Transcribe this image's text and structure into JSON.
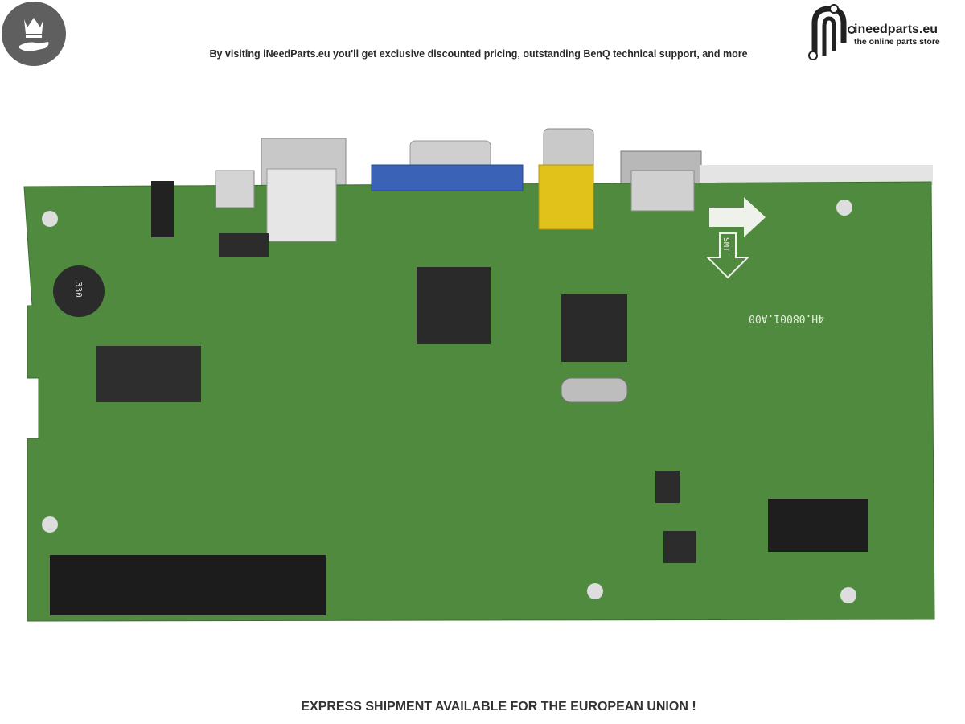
{
  "header": {
    "tagline": "By visiting iNeedParts.eu you'll get exclusive discounted pricing, outstanding BenQ technical support, and more",
    "badge_icon": "crown-hand-icon"
  },
  "logo": {
    "name": "ineedparts.eu",
    "subtitle": "the online parts store"
  },
  "product_photo": {
    "board_label": "4H.08001.A00",
    "smt_label": "SMT",
    "inductor_label": "330",
    "board_color": "#4f8a3f",
    "vga_color": "#3a63b8",
    "rca_color": "#e0c21a"
  },
  "footer": {
    "text": "EXPRESS SHIPMENT AVAILABLE FOR THE EUROPEAN UNION !"
  }
}
